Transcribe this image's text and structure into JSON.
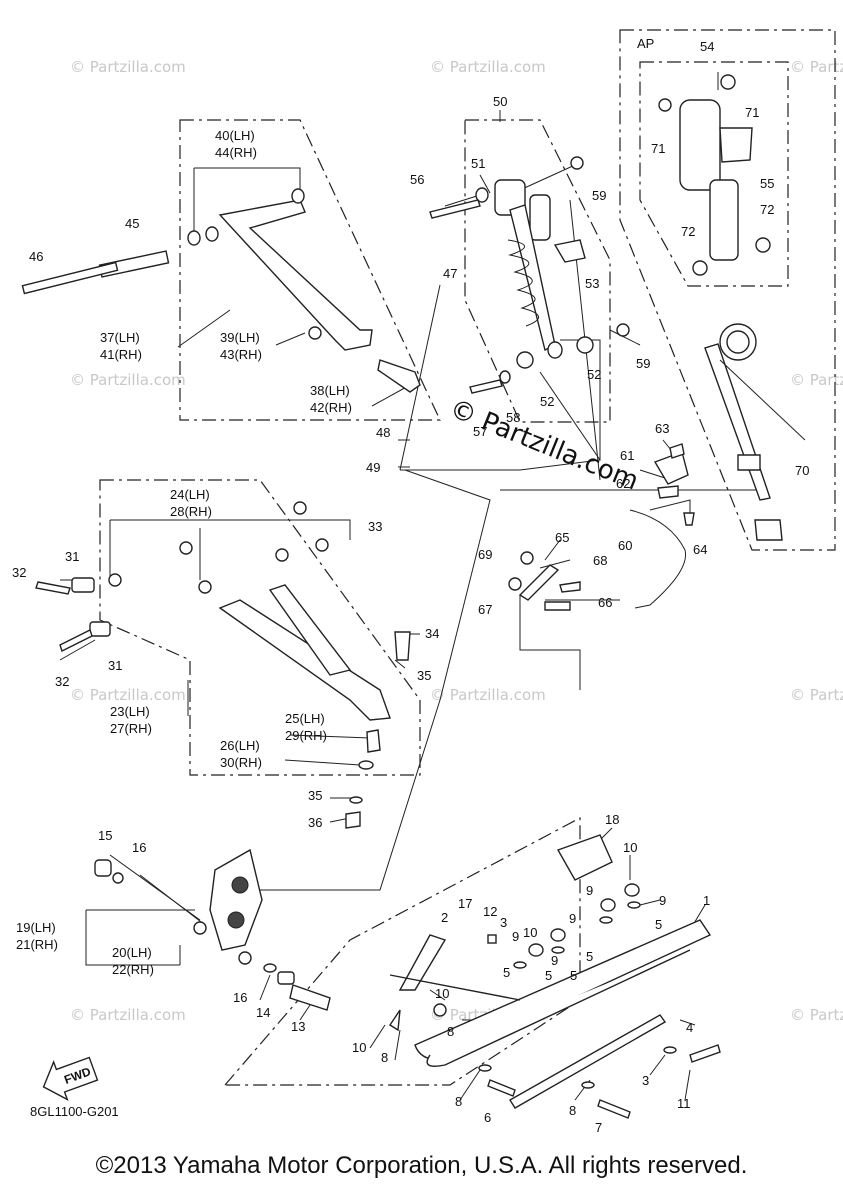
{
  "labels": {
    "p1": "1",
    "p2": "2",
    "p3a": "3",
    "p3b": "3",
    "p4": "4",
    "p5a": "5",
    "p5b": "5",
    "p5c": "5",
    "p5d": "5",
    "p5e": "5",
    "p6": "6",
    "p7": "7",
    "p8a": "8",
    "p8b": "8",
    "p8c": "8",
    "p8d": "8",
    "p9a": "9",
    "p9b": "9",
    "p9c": "9",
    "p9d": "9",
    "p9e": "9",
    "p10a": "10",
    "p10b": "10",
    "p10c": "10",
    "p10d": "10",
    "p11": "11",
    "p12": "12",
    "p13": "13",
    "p14": "14",
    "p15": "15",
    "p16a": "16",
    "p16b": "16",
    "p17": "17",
    "p18": "18",
    "p19": "19(LH)",
    "p21": "21(RH)",
    "p20": "20(LH)",
    "p22": "22(RH)",
    "p23": "23(LH)",
    "p27": "27(RH)",
    "p24": "24(LH)",
    "p28": "28(RH)",
    "p25": "25(LH)",
    "p29": "29(RH)",
    "p26": "26(LH)",
    "p30": "30(RH)",
    "p31a": "31",
    "p31b": "31",
    "p32a": "32",
    "p32b": "32",
    "p33": "33",
    "p34": "34",
    "p35a": "35",
    "p35b": "35",
    "p36": "36",
    "p37": "37(LH)",
    "p41": "41(RH)",
    "p38": "38(LH)",
    "p42": "42(RH)",
    "p39": "39(LH)",
    "p43": "43(RH)",
    "p40": "40(LH)",
    "p44": "44(RH)",
    "p45": "45",
    "p46": "46",
    "p47": "47",
    "p48": "48",
    "p49": "49",
    "p50": "50",
    "p51": "51",
    "p52a": "52",
    "p52b": "52",
    "p53": "53",
    "p54": "54",
    "p55": "55",
    "p56": "56",
    "p57": "57",
    "p58": "58",
    "p59a": "59",
    "p59b": "59",
    "p60": "60",
    "p61": "61",
    "p62": "62",
    "p63": "63",
    "p64": "64",
    "p65": "65",
    "p66": "66",
    "p67": "67",
    "p68": "68",
    "p69": "69",
    "p70": "70",
    "p71a": "71",
    "p71b": "71",
    "p72a": "72",
    "p72b": "72",
    "ap": "AP",
    "fwd": "FWD",
    "code": "8GL1100-G201"
  },
  "watermark": "© Partzilla.com",
  "brand_stamp": "© Partzilla.com",
  "copyright": "©2013 Yamaha Motor Corporation, U.S.A. All rights reserved."
}
